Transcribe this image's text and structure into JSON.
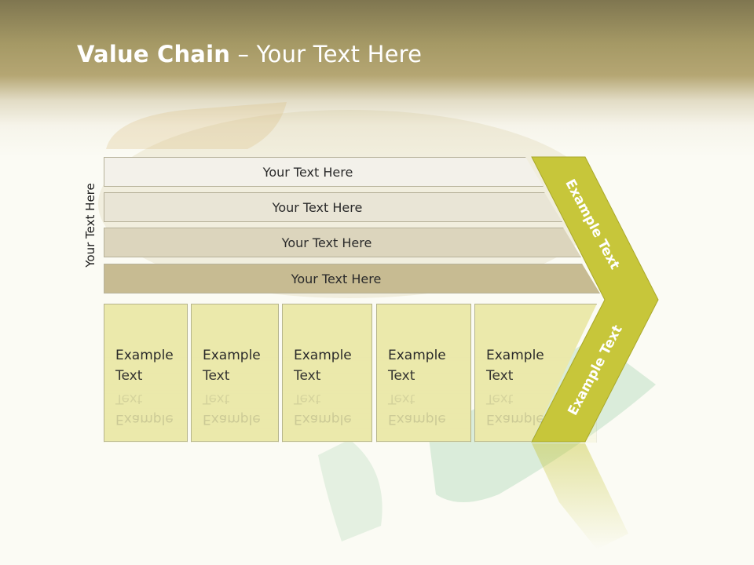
{
  "title": {
    "bold": "Value Chain",
    "rest": " – Your Text Here"
  },
  "side_label": "Your Text Here",
  "bars": [
    {
      "label": "Your Text Here"
    },
    {
      "label": "Your Text Here"
    },
    {
      "label": "Your Text Here"
    },
    {
      "label": "Your Text Here"
    }
  ],
  "boxes": [
    {
      "line1": "Example",
      "line2": "Text"
    },
    {
      "line1": "Example",
      "line2": "Text"
    },
    {
      "line1": "Example",
      "line2": "Text"
    },
    {
      "line1": "Example",
      "line2": "Text"
    },
    {
      "line1": "Example",
      "line2": "Text"
    }
  ],
  "arrow": {
    "upper_label": "Example Text",
    "lower_label": "Example Text"
  },
  "colors": {
    "header_dark": "#7f7650",
    "arrow_green": "#c7c63a",
    "box_fill": "#ebe9ab"
  }
}
